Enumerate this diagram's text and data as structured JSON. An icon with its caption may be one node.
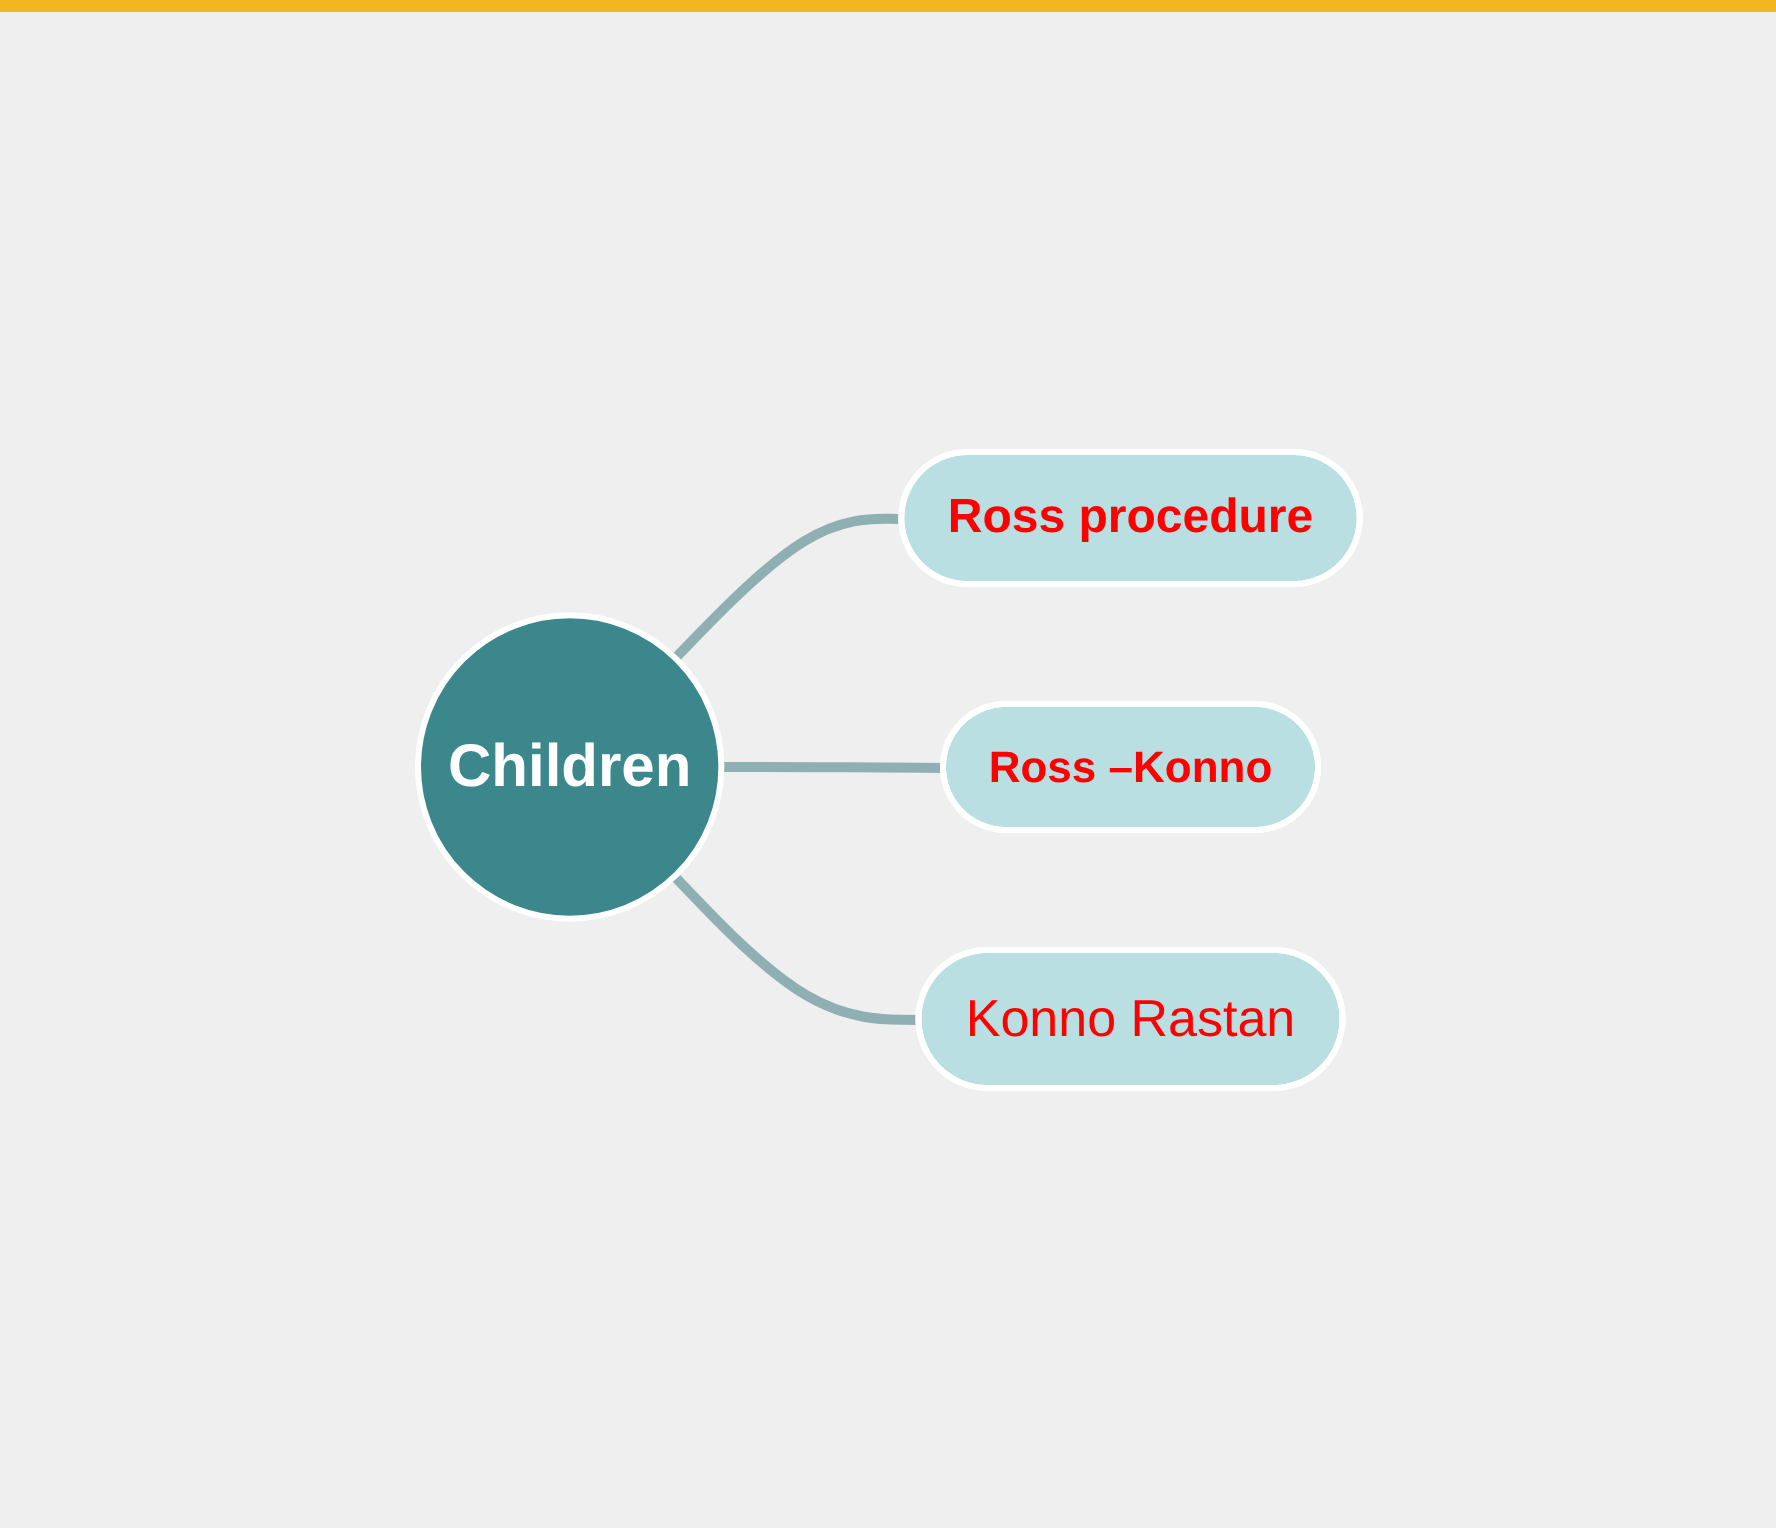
{
  "diagram": {
    "nodes": [
      {
        "text": [
          "Children"
        ]
      },
      {
        "text": [
          "Ross procedure"
        ]
      },
      {
        "text": [
          "Ross –Konno"
        ]
      },
      {
        "text": [
          "Konno Rastan"
        ]
      }
    ],
    "edges": [
      {
        "from": 0,
        "to": 1,
        "arrow": "none"
      },
      {
        "from": 0,
        "to": 2,
        "arrow": "none"
      },
      {
        "from": 0,
        "to": 3,
        "arrow": "none"
      }
    ]
  }
}
